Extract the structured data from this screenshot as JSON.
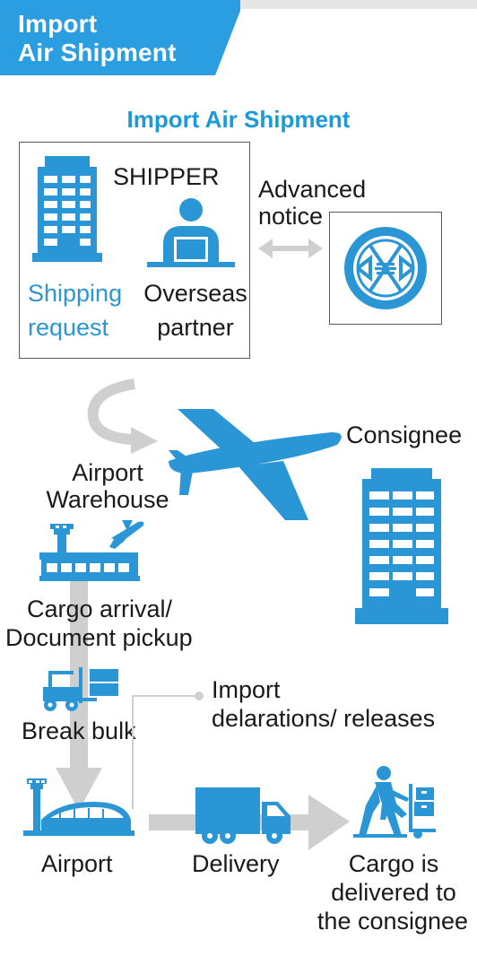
{
  "header": {
    "line1": "Import",
    "line2": "Air Shipment"
  },
  "title": "Import Air Shipment",
  "shipper": {
    "heading": "SHIPPER",
    "request_line1": "Shipping",
    "request_line2": "request",
    "partner_line1": "Overseas",
    "partner_line2": "partner"
  },
  "notice": {
    "line1": "Advanced",
    "line2": "notice"
  },
  "consignee": "Consignee",
  "warehouse": {
    "line1": "Airport",
    "line2": "Warehouse"
  },
  "cargo_arrival": {
    "line1": "Cargo arrival/",
    "line2": "Document pickup"
  },
  "import": {
    "line1": "Import",
    "line2": "delarations/ releases"
  },
  "break_bulk": "Break bulk",
  "airport": "Airport",
  "delivery": "Delivery",
  "delivered": {
    "line1": "Cargo is",
    "line2": "delivered to",
    "line3": "the consignee"
  },
  "colors": {
    "brand_blue": "#2b96d6",
    "title_blue": "#1b9ad9",
    "arrow_gray": "#cfcfcf",
    "dark_text": "#1a1a1a"
  }
}
